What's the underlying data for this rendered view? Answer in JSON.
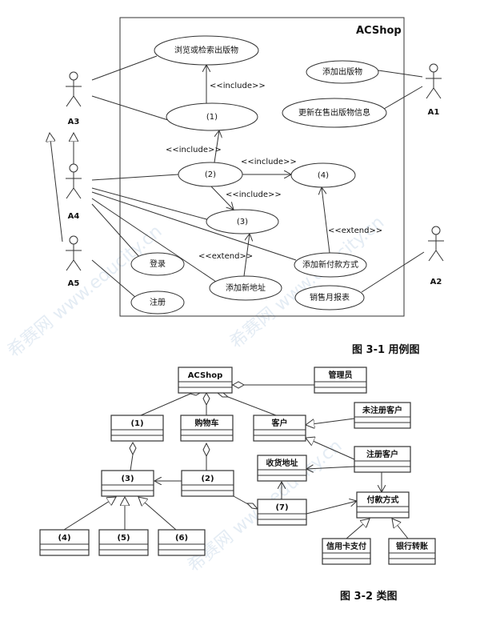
{
  "usecase": {
    "system": "ACShop",
    "actors": [
      "A3",
      "A4",
      "A5",
      "A1",
      "A2"
    ],
    "cases": {
      "browse": "浏览或检索出版物",
      "add_pub": "添加出版物",
      "update": "更新在售出版物信息",
      "c1": "(1)",
      "c2": "(2)",
      "c3": "(3)",
      "c4": "(4)",
      "login": "登录",
      "register": "注册",
      "add_addr": "添加新地址",
      "add_pay": "添加新付款方式",
      "report": "销售月报表"
    },
    "include": "<<include>>",
    "extend": "<<extend>>",
    "caption": "图 3-1  用例图"
  },
  "classes": {
    "names": {
      "acshop": "ACShop",
      "admin": "管理员",
      "k1": "(1)",
      "cart": "购物车",
      "customer": "客户",
      "unreg": "未注册客户",
      "reg": "注册客户",
      "addr": "收货地址",
      "k3": "(3)",
      "k2": "(2)",
      "k7": "(7)",
      "pay": "付款方式",
      "k4": "(4)",
      "k5": "(5)",
      "k6": "(6)",
      "card": "信用卡支付",
      "bank": "银行转账"
    },
    "caption": "图 3-2  类图"
  },
  "watermark": "希赛网 www.educity.cn"
}
